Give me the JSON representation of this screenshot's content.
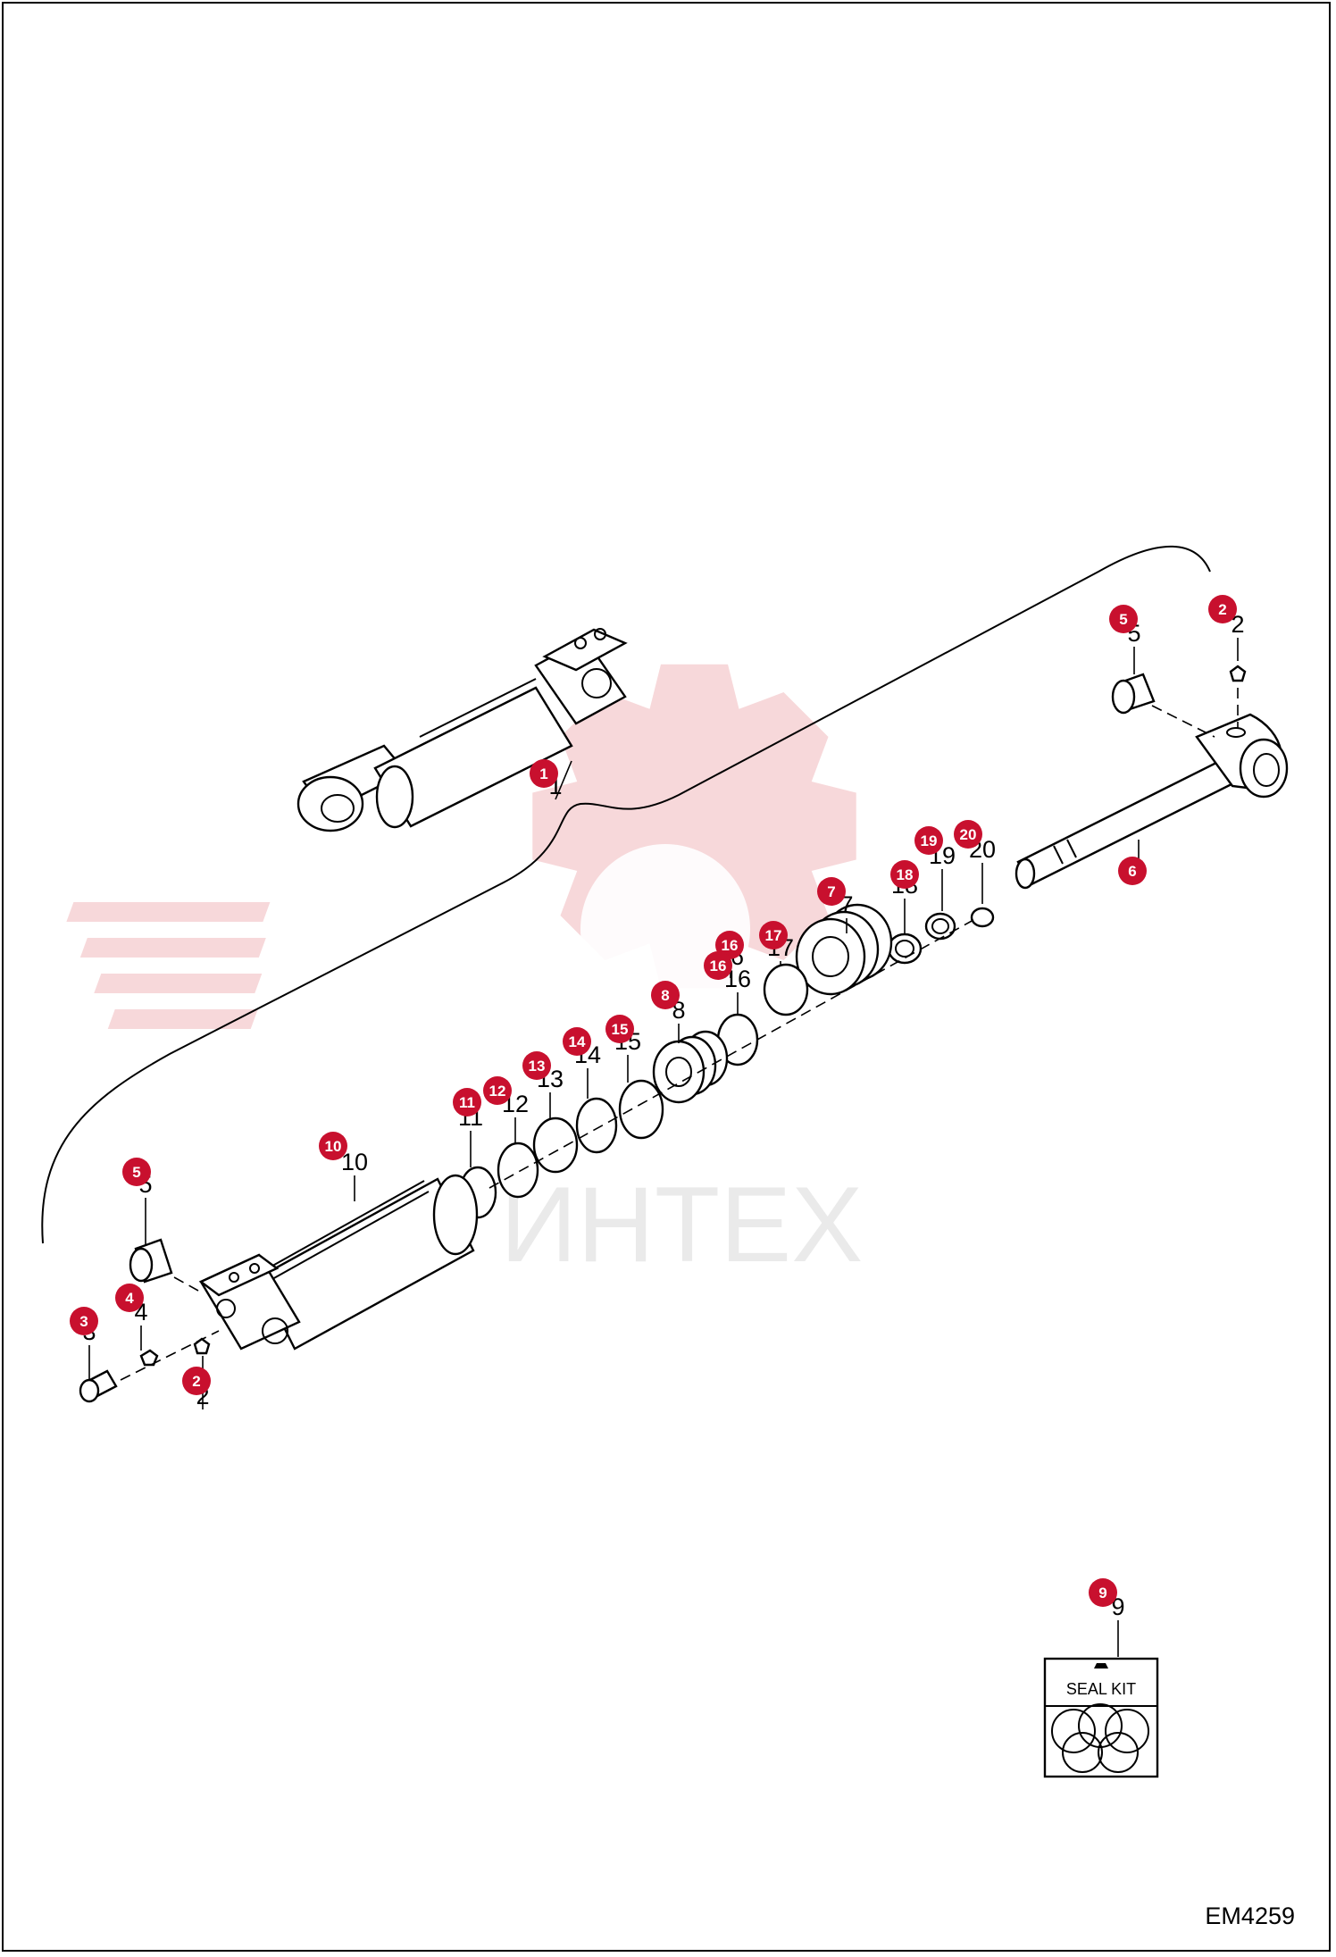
{
  "watermark": {
    "text": "ИНТЕХ",
    "color": "#e0a0a4"
  },
  "callout_color": "#c8102e",
  "callouts": [
    {
      "id": "c-1",
      "num": "1",
      "label": "1"
    },
    {
      "id": "c-2a",
      "num": "2",
      "label": "2"
    },
    {
      "id": "c-5a",
      "num": "5",
      "label": "5"
    },
    {
      "id": "c-6",
      "num": "6",
      "label": "6"
    },
    {
      "id": "c-7",
      "num": "7",
      "label": "7"
    },
    {
      "id": "c-18",
      "num": "18",
      "label": "18"
    },
    {
      "id": "c-19",
      "num": "19",
      "label": "19"
    },
    {
      "id": "c-20",
      "num": "20",
      "label": "20"
    },
    {
      "id": "c-17",
      "num": "17",
      "label": "17"
    },
    {
      "id": "c-16a",
      "num": "16",
      "label": "16"
    },
    {
      "id": "c-16b",
      "num": "16",
      "label": "16"
    },
    {
      "id": "c-8",
      "num": "8",
      "label": "8"
    },
    {
      "id": "c-15",
      "num": "15",
      "label": "15"
    },
    {
      "id": "c-14",
      "num": "14",
      "label": "14"
    },
    {
      "id": "c-13",
      "num": "13",
      "label": "13"
    },
    {
      "id": "c-12",
      "num": "12",
      "label": "12"
    },
    {
      "id": "c-11",
      "num": "11",
      "label": "11"
    },
    {
      "id": "c-10",
      "num": "10",
      "label": "10"
    },
    {
      "id": "c-5b",
      "num": "5",
      "label": "5"
    },
    {
      "id": "c-4",
      "num": "4",
      "label": "4"
    },
    {
      "id": "c-3",
      "num": "3",
      "label": "3"
    },
    {
      "id": "c-2b",
      "num": "2",
      "label": "2"
    },
    {
      "id": "c-9",
      "num": "9",
      "label": "9"
    }
  ],
  "seal_kit": {
    "title": "SEAL KIT"
  },
  "figure_code": "EM4259"
}
